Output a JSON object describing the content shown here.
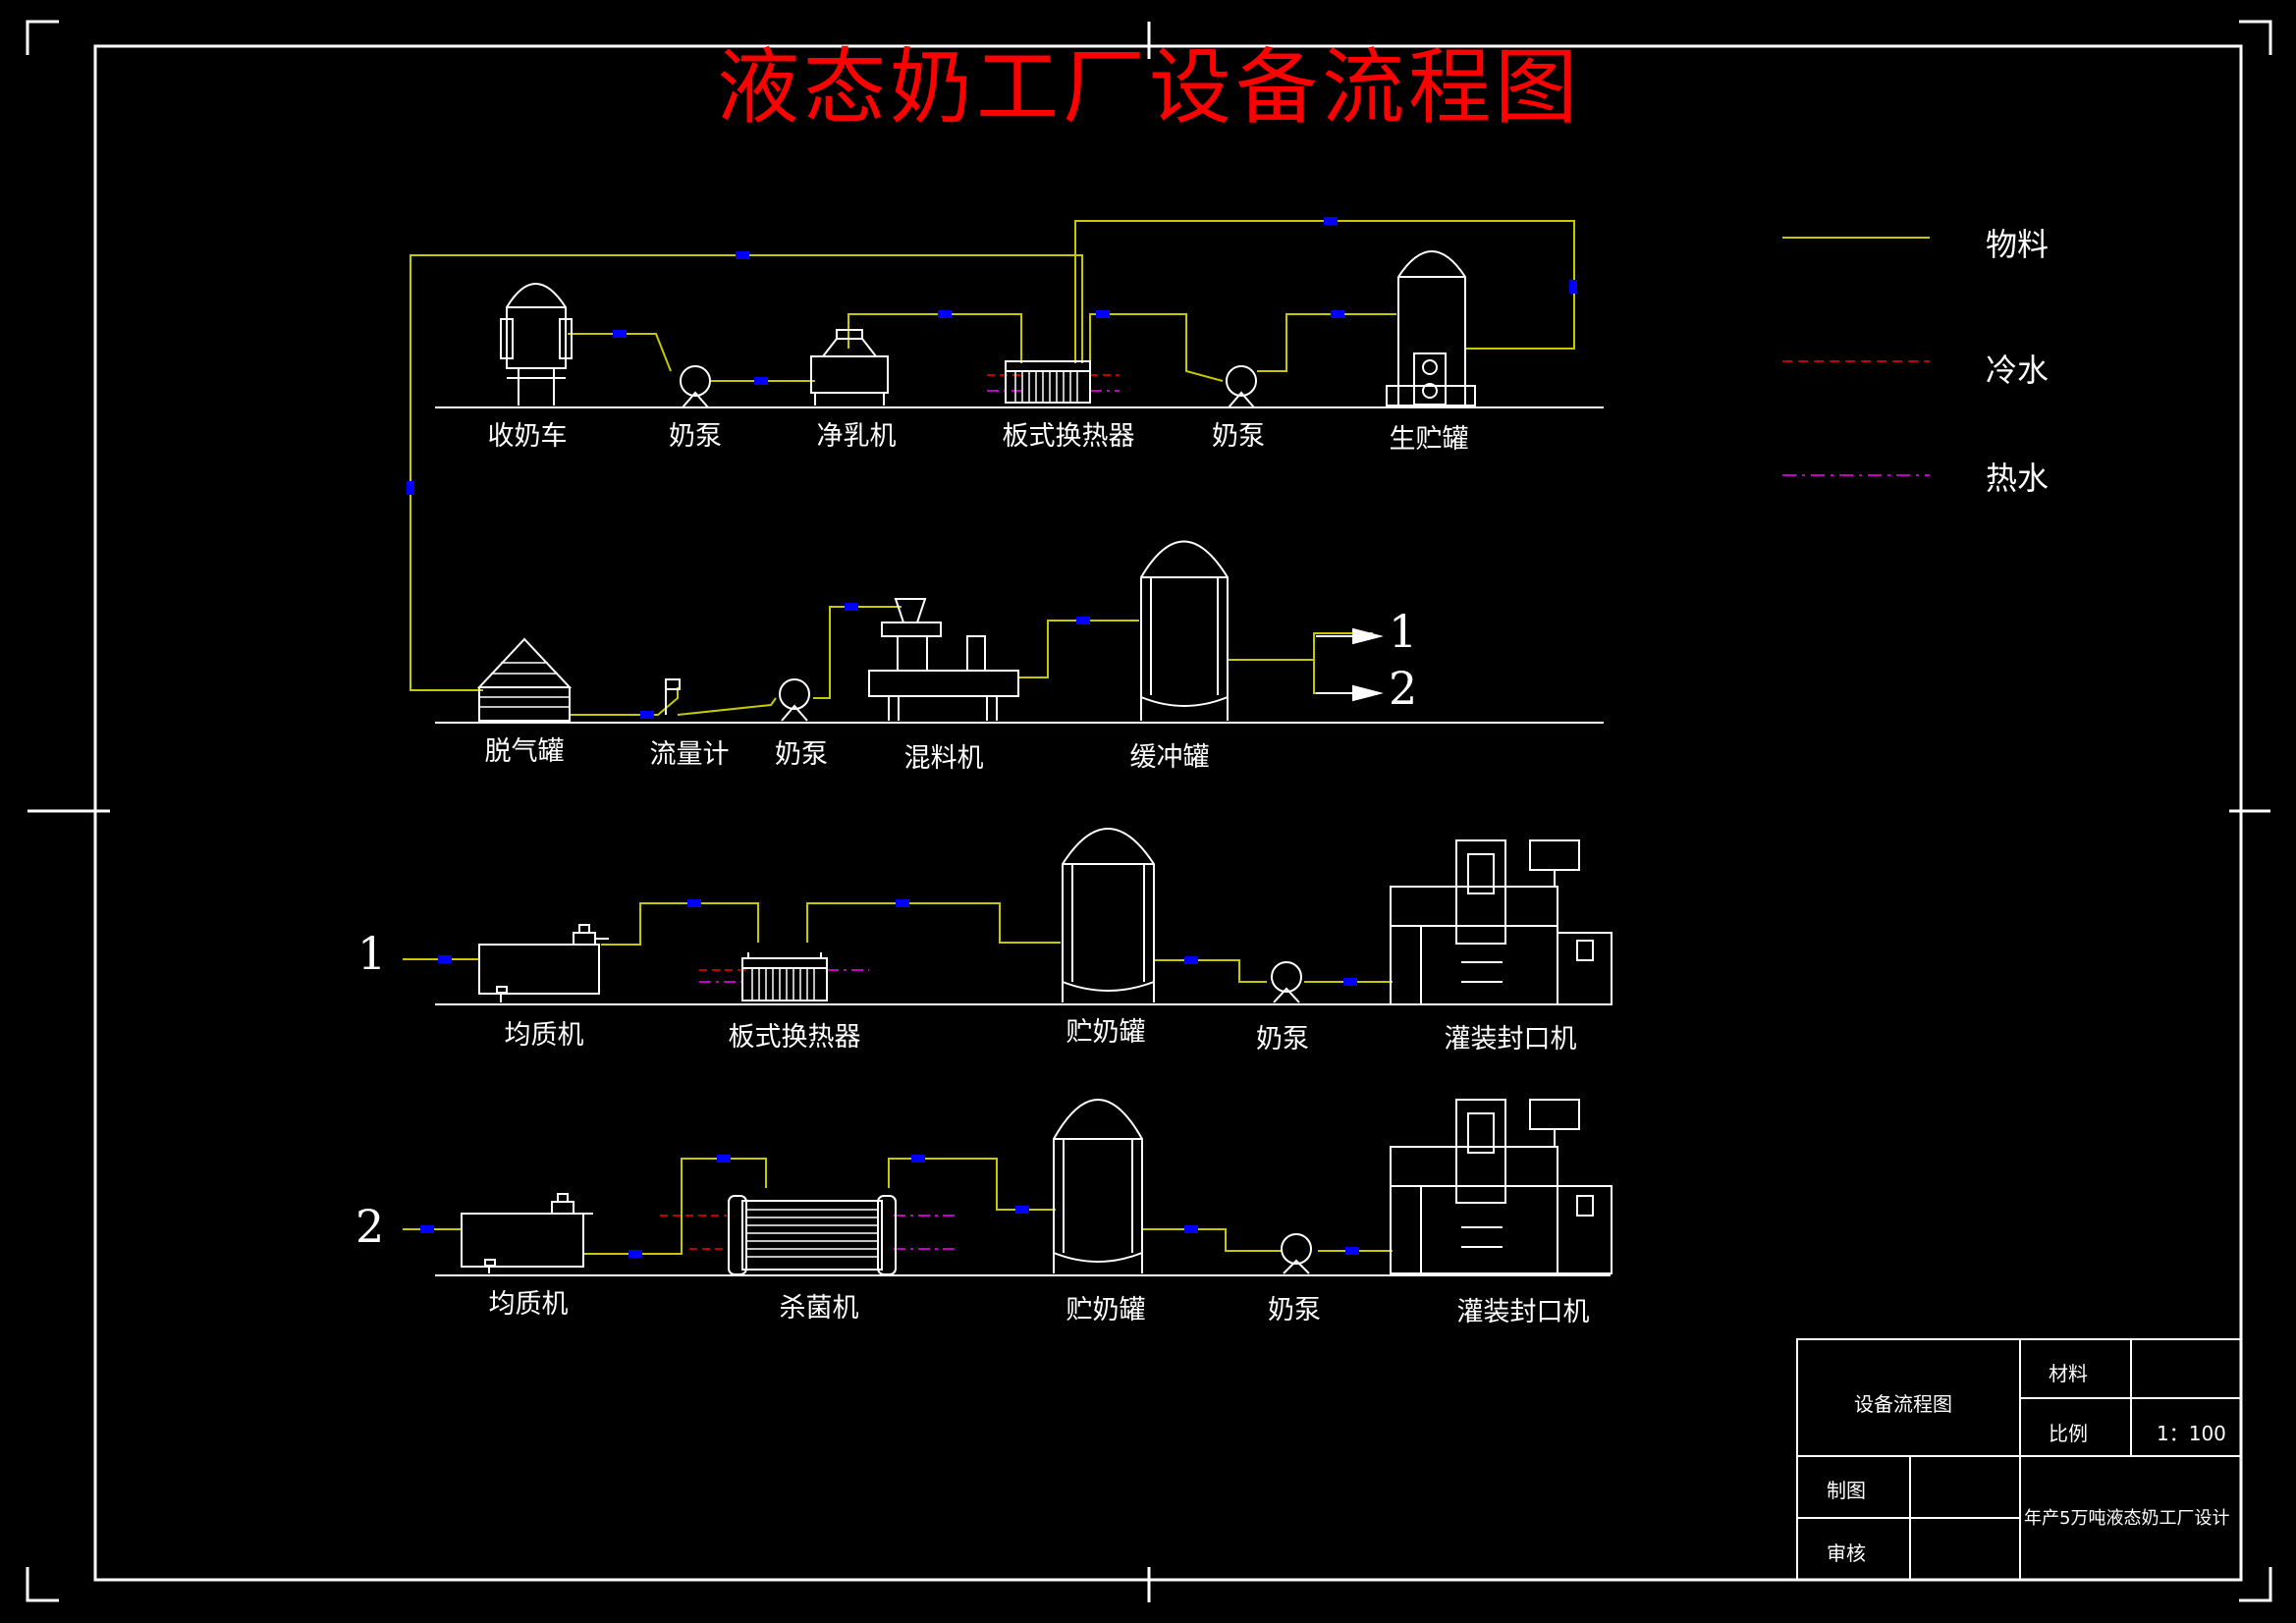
{
  "title": "液态奶工厂设备流程图",
  "colors": {
    "material_line": "#c8c800",
    "cold_water_line": "#c00000",
    "hot_water_line": "#c000c0",
    "flow_arrow": "#0000ff",
    "frame": "#ffffff",
    "title": "#ff0000",
    "background": "#000000"
  },
  "legend": [
    {
      "label": "物料",
      "style": "solid-yellow"
    },
    {
      "label": "冷水",
      "style": "dashed-red"
    },
    {
      "label": "热水",
      "style": "dashdot-magenta"
    }
  ],
  "rows": {
    "row1": [
      "收奶车",
      "奶泵",
      "净乳机",
      "板式换热器",
      "奶泵",
      "生贮罐"
    ],
    "row2": [
      "脱气罐",
      "流量计",
      "奶泵",
      "混料机",
      "缓冲罐"
    ],
    "row3": [
      "均质机",
      "板式换热器",
      "贮奶罐",
      "奶泵",
      "灌装封口机"
    ],
    "row4": [
      "均质机",
      "杀菌机",
      "贮奶罐",
      "奶泵",
      "灌装封口机"
    ]
  },
  "branch_markers": [
    "1",
    "2"
  ],
  "title_block": {
    "drawing_name": "设备流程图",
    "material_label": "材料",
    "material_value": "",
    "scale_label": "比例",
    "scale_value": "1：100",
    "drawn_by_label": "制图",
    "checked_by_label": "审核",
    "project": "年产5万吨液态奶工厂设计"
  }
}
